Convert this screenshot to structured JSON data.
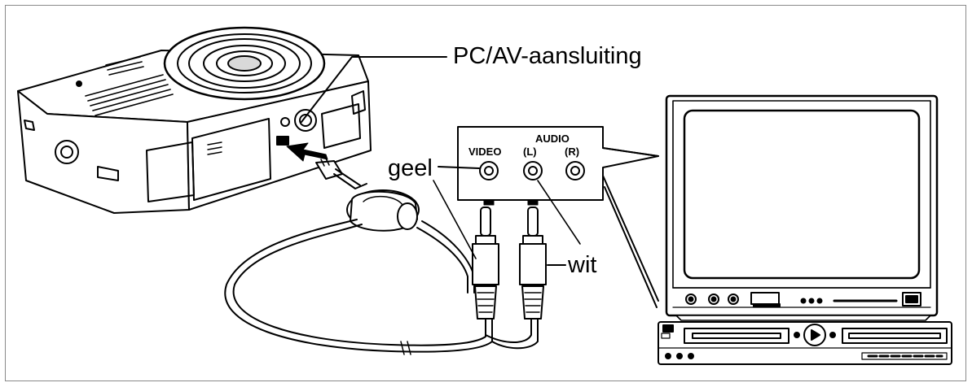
{
  "labels": {
    "port": "PC/AV-aansluiting",
    "yellow": "geel",
    "white": "wit",
    "jack_panel": {
      "video": "VIDEO",
      "audio": "AUDIO",
      "left": "(L)",
      "right": "(R)"
    }
  },
  "colors": {
    "line": "#000000",
    "frame": "#8a8a8a",
    "panel_fill": "#ffffff",
    "shade": "#d9d9d9"
  }
}
